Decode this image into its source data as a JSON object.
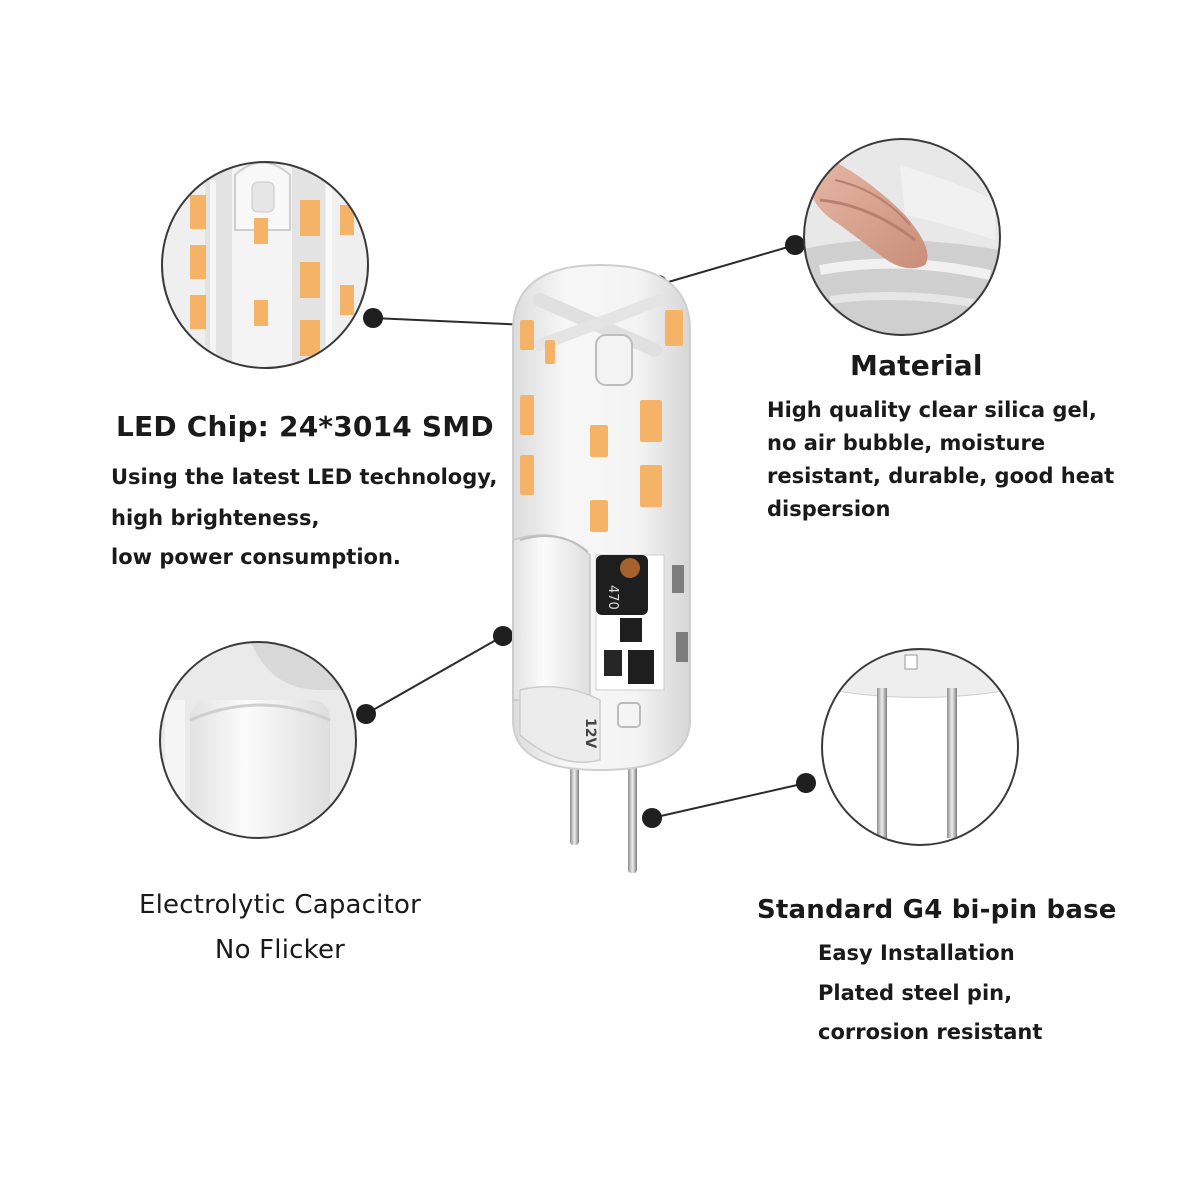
{
  "colors": {
    "amber_chip": "#f5b368",
    "silicone": "#eeeeee",
    "capacitor": "#f2f2f2",
    "circle_border": "#3a3a3a",
    "connector": "#2b2b2b",
    "pin_metal": "#c9c9c9",
    "text": "#1a1a1a"
  },
  "callouts": {
    "led_chip": {
      "heading": "LED Chip: 24*3014 SMD",
      "lines": [
        "Using the latest LED technology,",
        "high brighteness,",
        "low power consumption."
      ]
    },
    "material": {
      "heading": "Material",
      "lines": [
        "High quality clear silica gel,",
        "no air bubble, moisture",
        "resistant, durable, good heat",
        "dispersion"
      ]
    },
    "capacitor": {
      "heading": "Electrolytic Capacitor",
      "subheading": "No Flicker"
    },
    "base": {
      "heading": "Standard G4 bi-pin base",
      "lines": [
        "Easy Installation",
        "Plated steel pin,",
        "corrosion resistant"
      ]
    }
  },
  "bulb": {
    "inductor_marking": "470",
    "voltage_marking": "12V"
  }
}
